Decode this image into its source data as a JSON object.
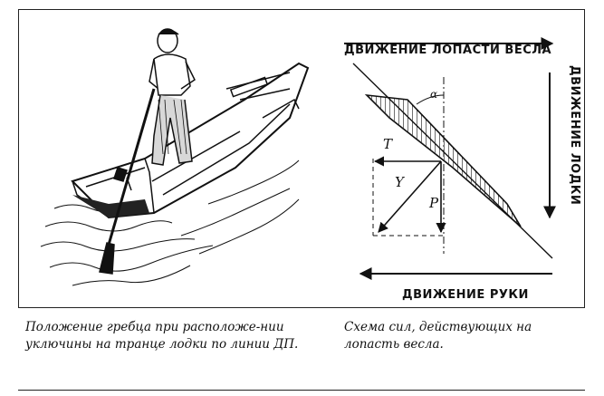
{
  "labels": {
    "blade_motion": "ДВИЖЕНИЕ ЛОПАСТИ ВЕСЛА",
    "boat_motion": "ДВИЖЕНИЕ ЛОДКИ",
    "hand_motion": "ДВИЖЕНИЕ РУКИ"
  },
  "forces": {
    "T": "T",
    "Y": "Y",
    "P": "P",
    "alpha": "α"
  },
  "captions": {
    "left": "Положение гребца при расположе-нии уключины на транце лодки по линии ДП.",
    "right": "Схема сил, действующих на лопасть весла."
  }
}
